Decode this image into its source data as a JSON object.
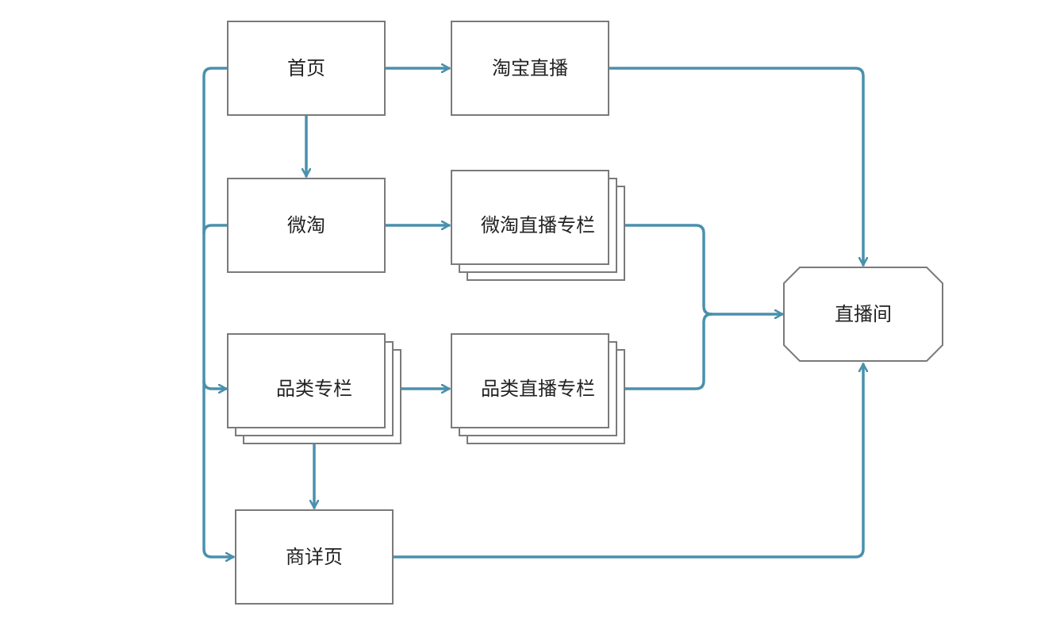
{
  "nodes": {
    "home": "首页",
    "taobao_live": "淘宝直播",
    "weitao": "微淘",
    "weitao_live_column": "微淘直播专栏",
    "category_column": "品类专栏",
    "category_live_column": "品类直播专栏",
    "product_detail": "商详页",
    "live_room": "直播间"
  },
  "colors": {
    "edge": "#4a90ad",
    "border": "#7a7a7a",
    "text": "#222222"
  }
}
